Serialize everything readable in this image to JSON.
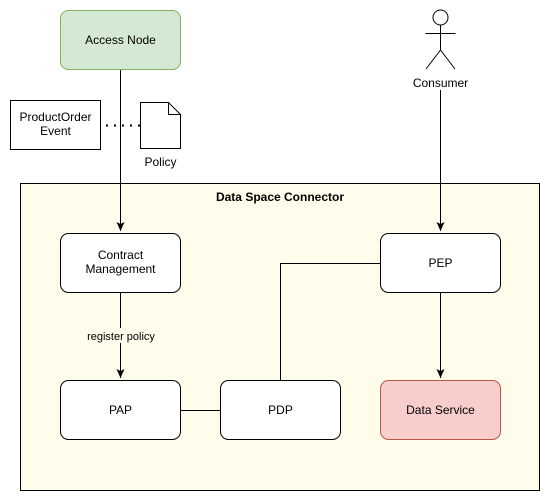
{
  "diagram": {
    "colors": {
      "connector_fill": "#fefcea",
      "access_node_fill": "#d5e8d4",
      "access_node_border": "#82b366",
      "data_service_fill": "#f8cecc",
      "data_service_border": "#b85450",
      "default_fill": "#ffffff",
      "stroke": "#000000"
    },
    "nodes": {
      "access_node": "Access Node",
      "consumer": "Consumer",
      "product_order_event_line1": "ProductOrder",
      "product_order_event_line2": "Event",
      "policy": "Policy",
      "connector_title": "Data Space Connector",
      "contract_management_line1": "Contract",
      "contract_management_line2": "Management",
      "pep": "PEP",
      "pap": "PAP",
      "pdp": "PDP",
      "data_service": "Data Service"
    },
    "edges": {
      "register_policy": "register policy"
    },
    "icons": {
      "consumer": "stick-figure-actor-icon",
      "policy": "document-icon"
    }
  }
}
